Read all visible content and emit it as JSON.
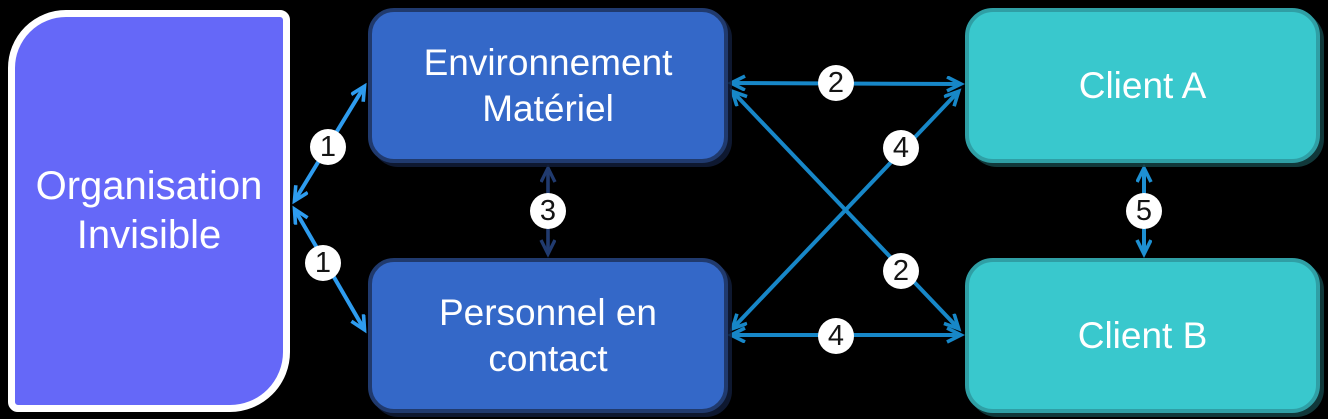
{
  "diagram": {
    "background_color": "#000000",
    "nodes": [
      {
        "id": "organisation-invisible",
        "label": "Organisation Invisible",
        "fill": "#6568f8",
        "border": "#ffffff",
        "text_color": "#ffffff"
      },
      {
        "id": "environnement-materiel",
        "label": "Environnement Matériel",
        "fill": "#3468c8",
        "border": "#203a6e",
        "text_color": "#ffffff"
      },
      {
        "id": "personnel-en-contact",
        "label": "Personnel en contact",
        "fill": "#3468c8",
        "border": "#203a6e",
        "text_color": "#ffffff"
      },
      {
        "id": "client-a",
        "label": "Client A",
        "fill": "#39c8cd",
        "border": "#2f9fa5",
        "text_color": "#ffffff"
      },
      {
        "id": "client-b",
        "label": "Client B",
        "fill": "#39c8cd",
        "border": "#2f9fa5",
        "text_color": "#ffffff"
      }
    ],
    "connectors": [
      {
        "number": "1",
        "from": "organisation-invisible",
        "to": "environnement-materiel",
        "bidirectional": true,
        "color": "#2e9cef"
      },
      {
        "number": "1",
        "from": "organisation-invisible",
        "to": "personnel-en-contact",
        "bidirectional": true,
        "color": "#2e9cef"
      },
      {
        "number": "2",
        "from": "environnement-materiel",
        "to": "client-a",
        "bidirectional": true,
        "color": "#1787c8"
      },
      {
        "number": "2",
        "from": "environnement-materiel",
        "to": "client-b",
        "bidirectional": true,
        "color": "#1787c8"
      },
      {
        "number": "3",
        "from": "environnement-materiel",
        "to": "personnel-en-contact",
        "bidirectional": true,
        "color": "#203a6e"
      },
      {
        "number": "4",
        "from": "personnel-en-contact",
        "to": "client-a",
        "bidirectional": true,
        "color": "#1787c8"
      },
      {
        "number": "4",
        "from": "personnel-en-contact",
        "to": "client-b",
        "bidirectional": true,
        "color": "#1787c8"
      },
      {
        "number": "5",
        "from": "client-a",
        "to": "client-b",
        "bidirectional": true,
        "color": "#1e90d2"
      }
    ]
  }
}
